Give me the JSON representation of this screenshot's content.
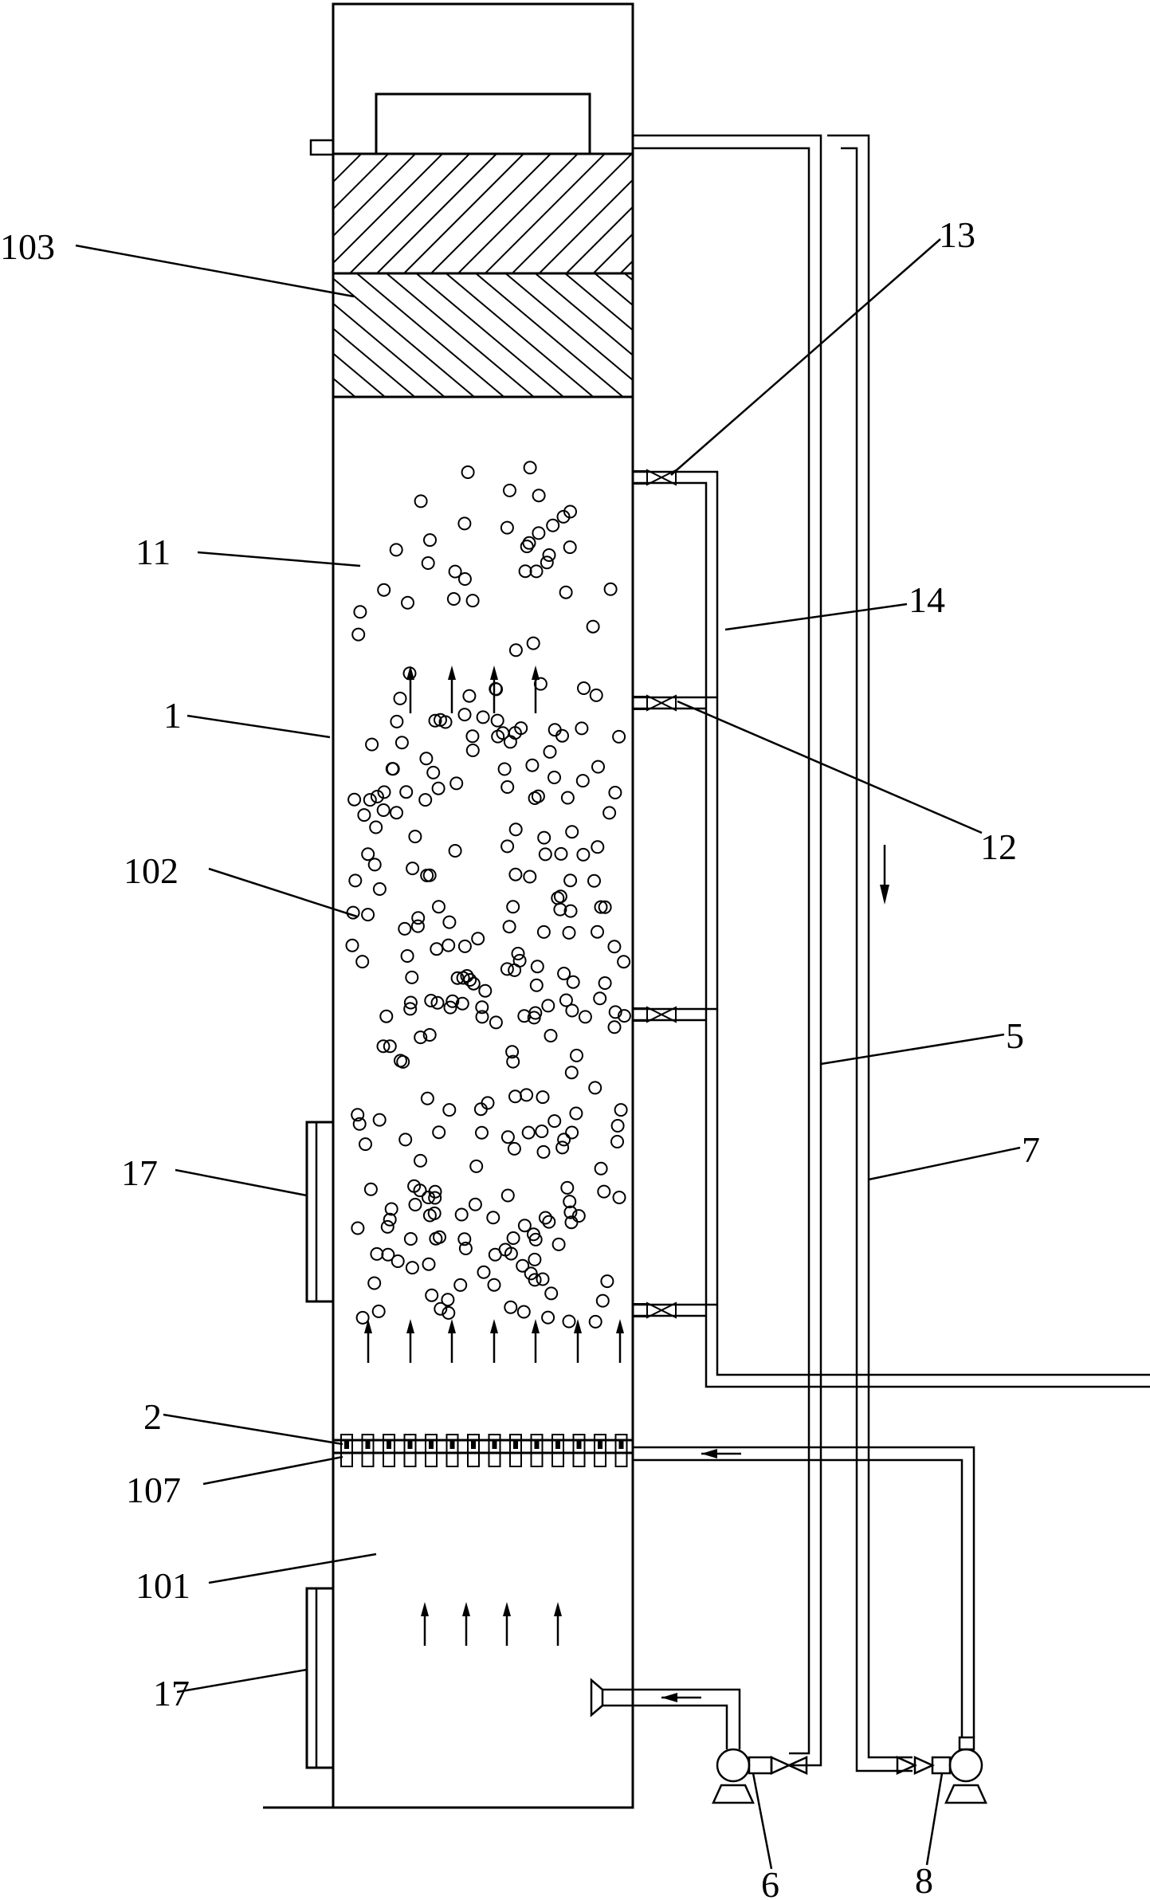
{
  "labels": {
    "l1": "1",
    "l2": "2",
    "l5": "5",
    "l6": "6",
    "l7": "7",
    "l8": "8",
    "l11": "11",
    "l12": "12",
    "l13": "13",
    "l14": "14",
    "l17a": "17",
    "l17b": "17",
    "l101": "101",
    "l102": "102",
    "l103": "103",
    "l107": "107"
  },
  "colors": {
    "stroke": "#000000",
    "background": "#ffffff"
  }
}
